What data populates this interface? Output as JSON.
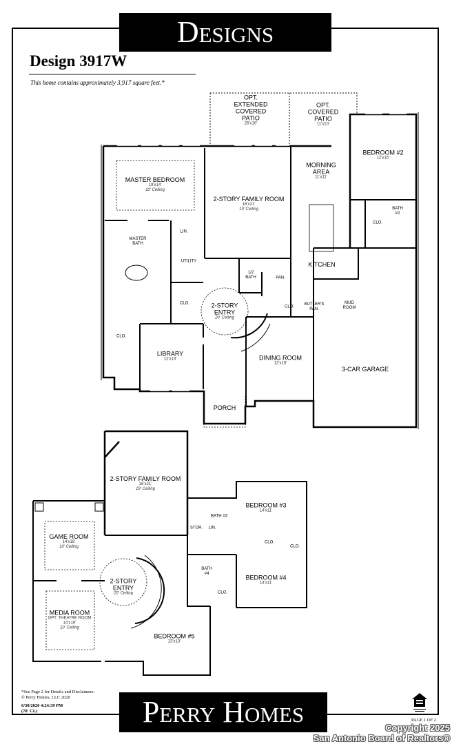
{
  "header": {
    "banner": "Designs",
    "design_title": "Design 3917W",
    "subtitle": "This home contains approximately  3,917  square feet.*"
  },
  "first_floor": {
    "opt_ext_patio": {
      "name": "OPT. EXTENDED COVERED PATIO",
      "dims": "26'x10'"
    },
    "opt_patio": {
      "name": "OPT. COVERED PATIO",
      "dims": "11'x10'"
    },
    "master_bedroom": {
      "name": "MASTER BEDROOM",
      "dims": "19'x14'",
      "ceiling": "10' Ceiling"
    },
    "master_bath": {
      "name": "MASTER BATH"
    },
    "lin": {
      "name": "LIN."
    },
    "utility": {
      "name": "UTILITY"
    },
    "clo1": {
      "name": "CLO."
    },
    "clo2": {
      "name": "CLO."
    },
    "family_room": {
      "name": "2-STORY FAMILY ROOM",
      "dims": "16'x21'",
      "ceiling": "19' Ceiling"
    },
    "morning_area": {
      "name": "MORNING AREA",
      "dims": "11'x11'"
    },
    "bedroom2": {
      "name": "BEDROOM #2",
      "dims": "12'x15'"
    },
    "bath2": {
      "name": "BATH #2"
    },
    "clo3": {
      "name": "CLO."
    },
    "kitchen": {
      "name": "KITCHEN"
    },
    "half_bath": {
      "name": "1/2 BATH"
    },
    "pantry": {
      "name": "PAN."
    },
    "clo4": {
      "name": "CLO."
    },
    "butlers_pan": {
      "name": "BUTLER'S PAN."
    },
    "mud_room": {
      "name": "MUD ROOM"
    },
    "entry": {
      "name": "2-STORY ENTRY",
      "ceiling": "20' Ceiling"
    },
    "library": {
      "name": "LIBRARY",
      "dims": "12'x13'"
    },
    "dining_room": {
      "name": "DINING ROOM",
      "dims": "12'x16'"
    },
    "garage": {
      "name": "3-CAR GARAGE"
    },
    "porch": {
      "name": "PORCH"
    }
  },
  "second_floor": {
    "family_room": {
      "name": "2-STORY FAMILY ROOM",
      "dims": "16'x21'",
      "ceiling": "19' Ceiling"
    },
    "game_room": {
      "name": "GAME ROOM",
      "dims": "14'x16'",
      "ceiling": "10' Ceiling"
    },
    "media_room": {
      "name": "MEDIA ROOM",
      "note": "OPT. THEATRE ROOM",
      "dims": "14'x16'",
      "ceiling": "10' Ceiling"
    },
    "entry": {
      "name": "2-STORY ENTRY",
      "ceiling": "20' Ceiling"
    },
    "bath3": {
      "name": "BATH #3"
    },
    "stor": {
      "name": "STOR."
    },
    "lin": {
      "name": "LIN."
    },
    "bedroom3": {
      "name": "BEDROOM #3",
      "dims": "14'x11'"
    },
    "clo1": {
      "name": "CLO."
    },
    "clo2": {
      "name": "CLO."
    },
    "bath4": {
      "name": "BATH #4"
    },
    "bedroom4": {
      "name": "BEDROOM #4",
      "dims": "14'x11'"
    },
    "clo3": {
      "name": "CLO."
    },
    "bedroom5": {
      "name": "BEDROOM #5",
      "dims": "13'x13'"
    }
  },
  "footer": {
    "disclaimer": "*See Page 2 for Details and Disclaimers.",
    "copyright": "© Perry Homes, LLC 2020",
    "timestamp": "6/30/2020 4:24:39 PM",
    "lot": "(70' CL)",
    "brand": "Perry Homes",
    "equal_housing_icon": "equal-housing-opportunity-icon",
    "page": "PAGE 1 OF 2"
  },
  "watermark": {
    "line1": "Copyright 2025",
    "line2": "San Antonio Board of Realtors®"
  }
}
